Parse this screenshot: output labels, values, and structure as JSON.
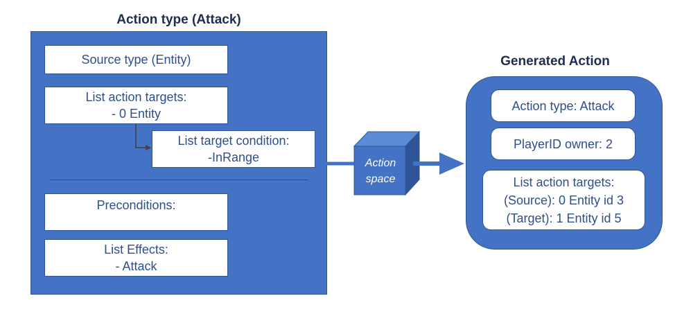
{
  "action_type": {
    "title": "Action type (Attack)",
    "source_type": "Source type (Entity)",
    "list_action_targets": [
      "List action targets:",
      "- 0 Entity"
    ],
    "list_target_condition": [
      "List target condition:",
      "-InRange"
    ],
    "preconditions": [
      "Preconditions:"
    ],
    "list_effects": [
      "List Effects:",
      "- Attack"
    ]
  },
  "action_space": {
    "label": [
      "Action",
      "space"
    ]
  },
  "generated_action": {
    "title": "Generated Action",
    "action_type": "Action type: Attack",
    "player_owner": "PlayerID owner: 2",
    "list_action_targets": [
      "List action targets:",
      "(Source): 0 Entity id 3",
      "(Target): 1 Entity id 5"
    ]
  },
  "colors": {
    "panel_fill": "#4472c4",
    "panel_border": "#2f5597",
    "text": "#2e4f8c",
    "title": "#1f2d4f",
    "cube_front": "#4472c4",
    "cube_top": "#5b8ad6",
    "cube_side": "#2f5597"
  }
}
